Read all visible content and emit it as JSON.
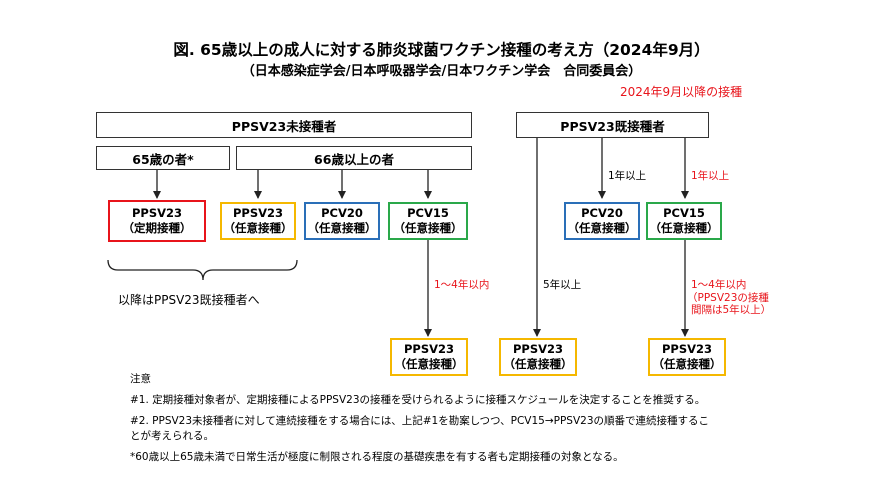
{
  "title": "図. 65歳以上の成人に対する肺炎球菌ワクチン接種の考え方（2024年9月）",
  "subtitle": "（日本感染症学会/日本呼吸器学会/日本ワクチン学会　合同委員会）",
  "date_note": "2024年9月以降の接種",
  "headers": {
    "unvaccinated": "PPSV23未接種者",
    "vaccinated": "PPSV23既接種者",
    "age65": "65歳の者*",
    "age66": "66歳以上の者"
  },
  "boxes": {
    "ppsv23_routine": {
      "name": "PPSV23",
      "sub": "（定期接種）"
    },
    "ppsv23_optional_a": {
      "name": "PPSV23",
      "sub": "（任意接種）"
    },
    "pcv20_a": {
      "name": "PCV20",
      "sub": "（任意接種）"
    },
    "pcv15_a": {
      "name": "PCV15",
      "sub": "（任意接種）"
    },
    "pcv20_b": {
      "name": "PCV20",
      "sub": "（任意接種）"
    },
    "pcv15_b": {
      "name": "PCV15",
      "sub": "（任意接種）"
    },
    "ppsv23_bottom_a": {
      "name": "PPSV23",
      "sub": "（任意接種）"
    },
    "ppsv23_bottom_b": {
      "name": "PPSV23",
      "sub": "（任意接種）"
    },
    "ppsv23_bottom_c": {
      "name": "PPSV23",
      "sub": "（任意接種）"
    }
  },
  "labels": {
    "after_note": "以降はPPSV23既接種者へ",
    "one_to_four": "1～4年以内",
    "five_years": "5年以上",
    "one_year_black": "1年以上",
    "one_year_red": "1年以上",
    "one_to_four_b": "1～4年以内",
    "interval_note_1": "（PPSV23の接種",
    "interval_note_2": "間隔は5年以上）"
  },
  "notes": {
    "heading": "注意",
    "n1": "#1. 定期接種対象者が、定期接種によるPPSV23の接種を受けられるように接種スケジュールを決定することを推奨する。",
    "n2": "#2. PPSV23未接種者に対して連続接種をする場合には、上記#1を勘案しつつ、PCV15→PPSV23の順番で連続接種するこ",
    "n2b": "とが考えられる。",
    "n3": "*60歳以上65歳未満で日常生活が極度に制限される程度の基礎疾患を有する者も定期接種の対象となる。"
  },
  "colors": {
    "red": "#e8141b",
    "yellow": "#f5b800",
    "blue": "#2a6fb8",
    "green": "#2aa84a"
  }
}
